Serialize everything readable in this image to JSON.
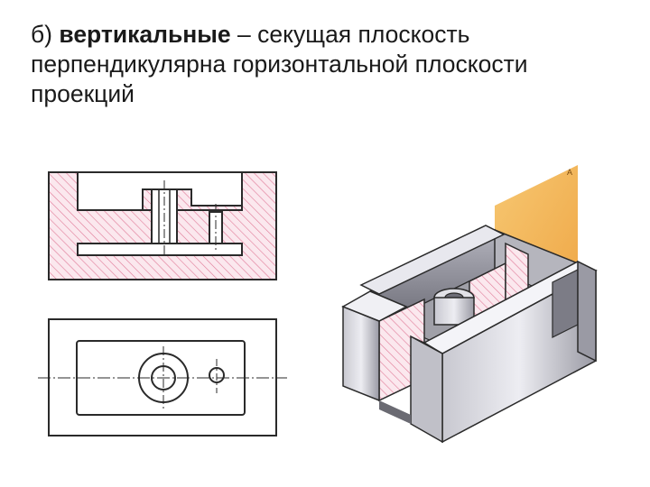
{
  "slide": {
    "prefix": "б) ",
    "term": "вертикальные",
    "rest": " – секущая плоскость перпендикулярна горизонтальной плоскости проекций"
  },
  "figure": {
    "plane_mark": "A"
  },
  "colors": {
    "hatch": "#e48aa2",
    "plane": "#f2b250",
    "outline": "#2a2a2a",
    "body_light": "#d9d9df",
    "body_dark": "#8a8a92"
  }
}
